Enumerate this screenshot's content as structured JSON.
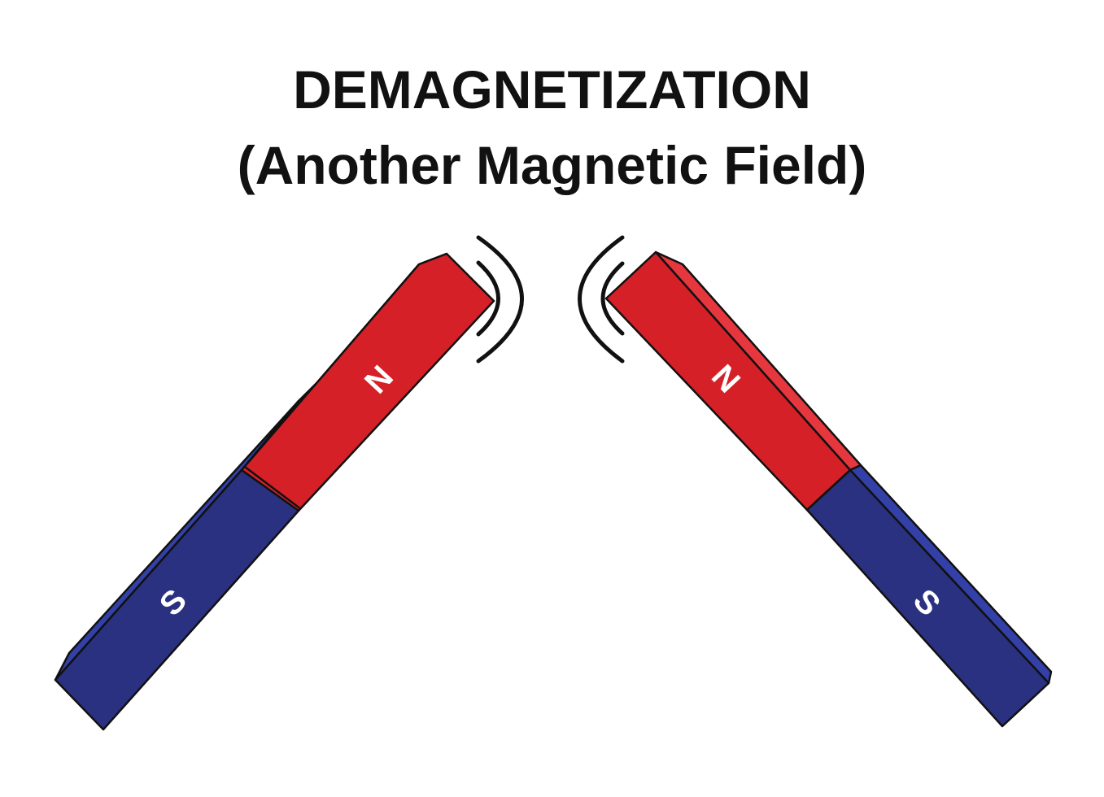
{
  "title": {
    "line1": "DEMAGNETIZATION",
    "line2": "(Another Magnetic Field)"
  },
  "magnets": [
    {
      "name": "left-magnet",
      "north_label": "N",
      "south_label": "S"
    },
    {
      "name": "right-magnet",
      "north_label": "N",
      "south_label": "S"
    }
  ],
  "colors": {
    "north": "#d62027",
    "north_side": "#e5373d",
    "south": "#2a3180",
    "south_side": "#3340a8",
    "outline": "#111111",
    "text": "#111111"
  }
}
